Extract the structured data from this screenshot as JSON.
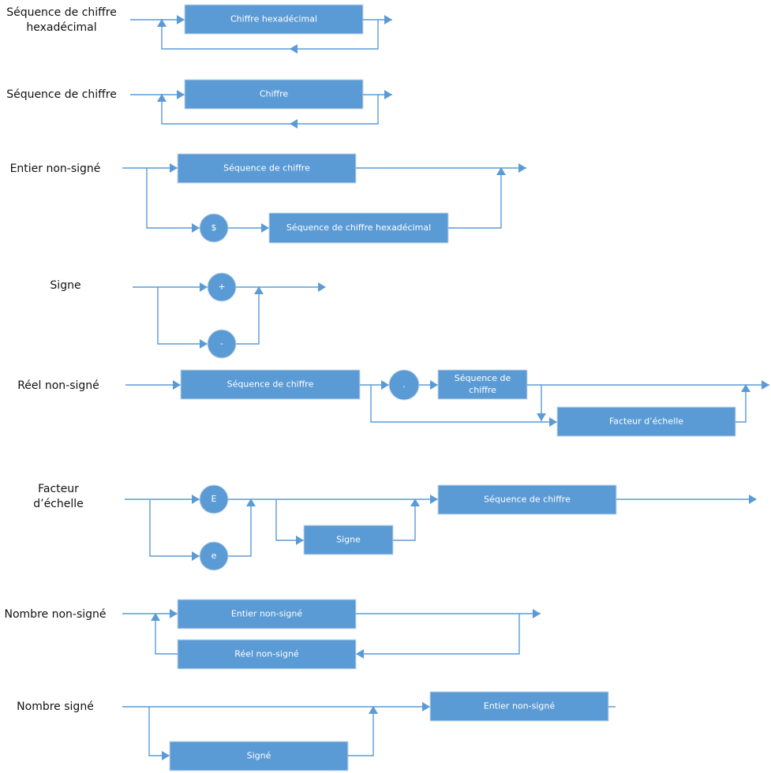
{
  "title": "Diagrammes syntaxiques des nombres",
  "colors": {
    "node": "#5b9bd5",
    "wire": "#5b9bd5",
    "label": "#111111",
    "node_text": "#ffffff"
  },
  "rules": [
    {
      "id": "seq-hex",
      "label_lines": [
        "Séquence de chiffre",
        "hexadécimal"
      ],
      "nodes": [
        "Chiffre hexadécimal"
      ]
    },
    {
      "id": "seq",
      "label_lines": [
        "Séquence de chiffre"
      ],
      "nodes": [
        "Chiffre"
      ]
    },
    {
      "id": "entier",
      "label_lines": [
        "Entier non-signé"
      ],
      "nodes": [
        "Séquence de chiffre",
        "$",
        "Séquence de chiffre hexadécimal"
      ]
    },
    {
      "id": "signe",
      "label_lines": [
        "Signe"
      ],
      "nodes": [
        "+",
        "-"
      ]
    },
    {
      "id": "reel",
      "label_lines": [
        "Réel non-signé"
      ],
      "nodes": [
        "Séquence de chiffre",
        ".",
        "Séquence de|chiffre",
        "Facteur d’échelle"
      ]
    },
    {
      "id": "facteur",
      "label_lines": [
        "Facteur",
        "d’échelle"
      ],
      "nodes": [
        "E",
        "e",
        "Signe",
        "Séquence de chiffre"
      ]
    },
    {
      "id": "nombre-ns",
      "label_lines": [
        "Nombre non-signé"
      ],
      "nodes": [
        "Entier non-signé",
        "Réel non-signé"
      ]
    },
    {
      "id": "nombre-s",
      "label_lines": [
        "Nombre signé"
      ],
      "nodes": [
        "Entier non-signé",
        "Signé"
      ]
    }
  ]
}
